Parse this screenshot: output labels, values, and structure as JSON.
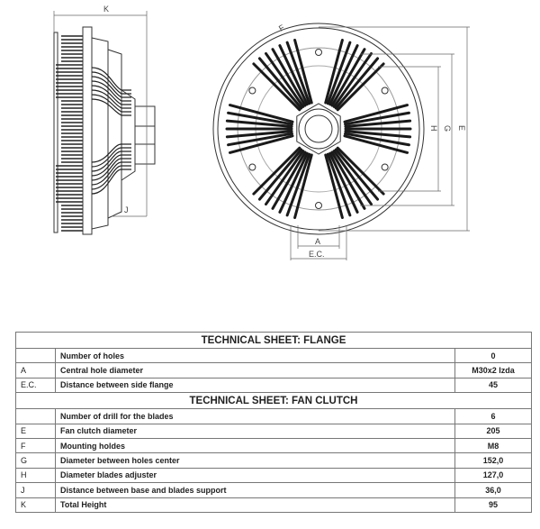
{
  "drawing": {
    "dim_labels": {
      "K": "K",
      "J": "J",
      "A": "A",
      "EC": "E.C.",
      "H": "H",
      "G": "G",
      "E": "E",
      "F": "F"
    },
    "blade_count": 6,
    "mounting_holes": 6
  },
  "table": {
    "flange_title": "TECHNICAL SHEET: FLANGE",
    "flange_rows": [
      {
        "code": "",
        "desc": "Number of holes",
        "value": "0"
      },
      {
        "code": "A",
        "desc": "Central hole diameter",
        "value": "M30x2 Izda"
      },
      {
        "code": "E.C.",
        "desc": "Distance between side flange",
        "value": "45"
      }
    ],
    "clutch_title": "TECHNICAL SHEET: FAN CLUTCH",
    "clutch_rows": [
      {
        "code": "",
        "desc": "Number of drill for the blades",
        "value": "6"
      },
      {
        "code": "E",
        "desc": "Fan clutch diameter",
        "value": "205"
      },
      {
        "code": "F",
        "desc": "Mounting holdes",
        "value": "M8"
      },
      {
        "code": "G",
        "desc": "Diameter between holes center",
        "value": "152,0"
      },
      {
        "code": "H",
        "desc": "Diameter blades adjuster",
        "value": "127,0"
      },
      {
        "code": "J",
        "desc": "Distance between base and blades support",
        "value": "36,0"
      },
      {
        "code": "K",
        "desc": "Total Height",
        "value": "95"
      }
    ]
  }
}
